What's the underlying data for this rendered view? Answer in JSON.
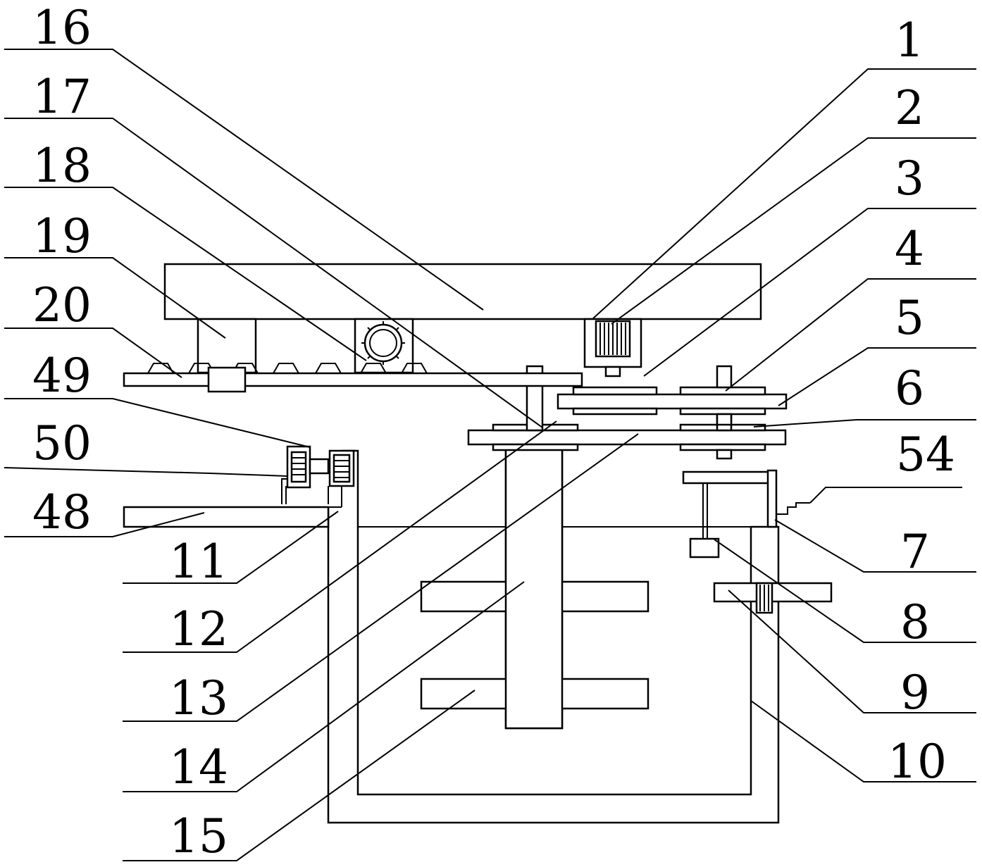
{
  "labels": {
    "n1": "1",
    "n2": "2",
    "n3": "3",
    "n4": "4",
    "n5": "5",
    "n6": "6",
    "n54": "54",
    "n7": "7",
    "n8": "8",
    "n9": "9",
    "n10": "10",
    "n16": "16",
    "n17": "17",
    "n18": "18",
    "n19": "19",
    "n20": "20",
    "n49": "49",
    "n50": "50",
    "n48": "48",
    "n11": "11",
    "n12": "12",
    "n13": "13",
    "n14": "14",
    "n15": "15"
  }
}
